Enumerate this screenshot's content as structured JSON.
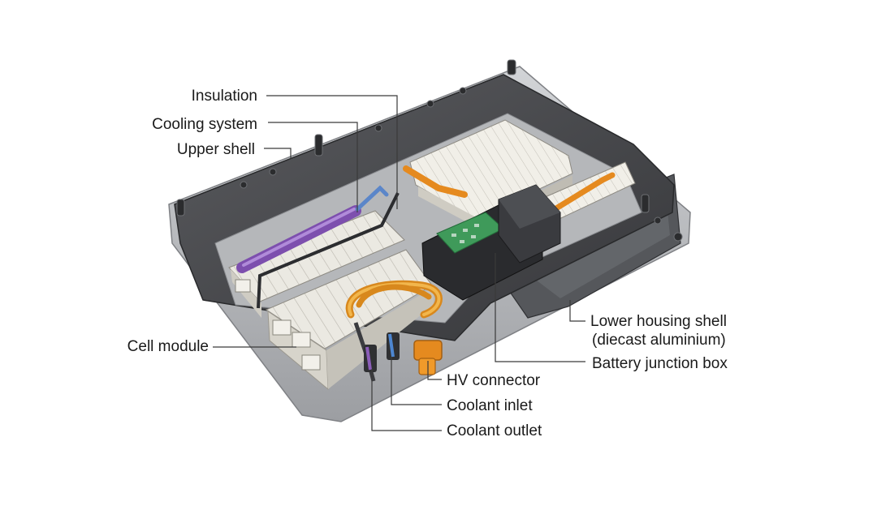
{
  "labels": {
    "insulation": "Insulation",
    "cooling_system": "Cooling system",
    "upper_shell": "Upper shell",
    "cell_module": "Cell module",
    "lower_housing_line1": "Lower housing shell",
    "lower_housing_line2": "(diecast aluminium)",
    "battery_junction_box": "Battery junction box",
    "hv_connector": "HV connector",
    "coolant_inlet": "Coolant inlet",
    "coolant_outlet": "Coolant outlet"
  },
  "colors": {
    "housing": "#4a4b4e",
    "housing_light": "#8d8f93",
    "frame_aluminium": "#b9bbbe",
    "cells": "#e9e7e0",
    "insulation_purple": "#8b5db8",
    "hv_cable_orange": "#e89a2a",
    "pcb_green": "#3f9a5a",
    "coolant_blue": "#3f7fc7"
  }
}
